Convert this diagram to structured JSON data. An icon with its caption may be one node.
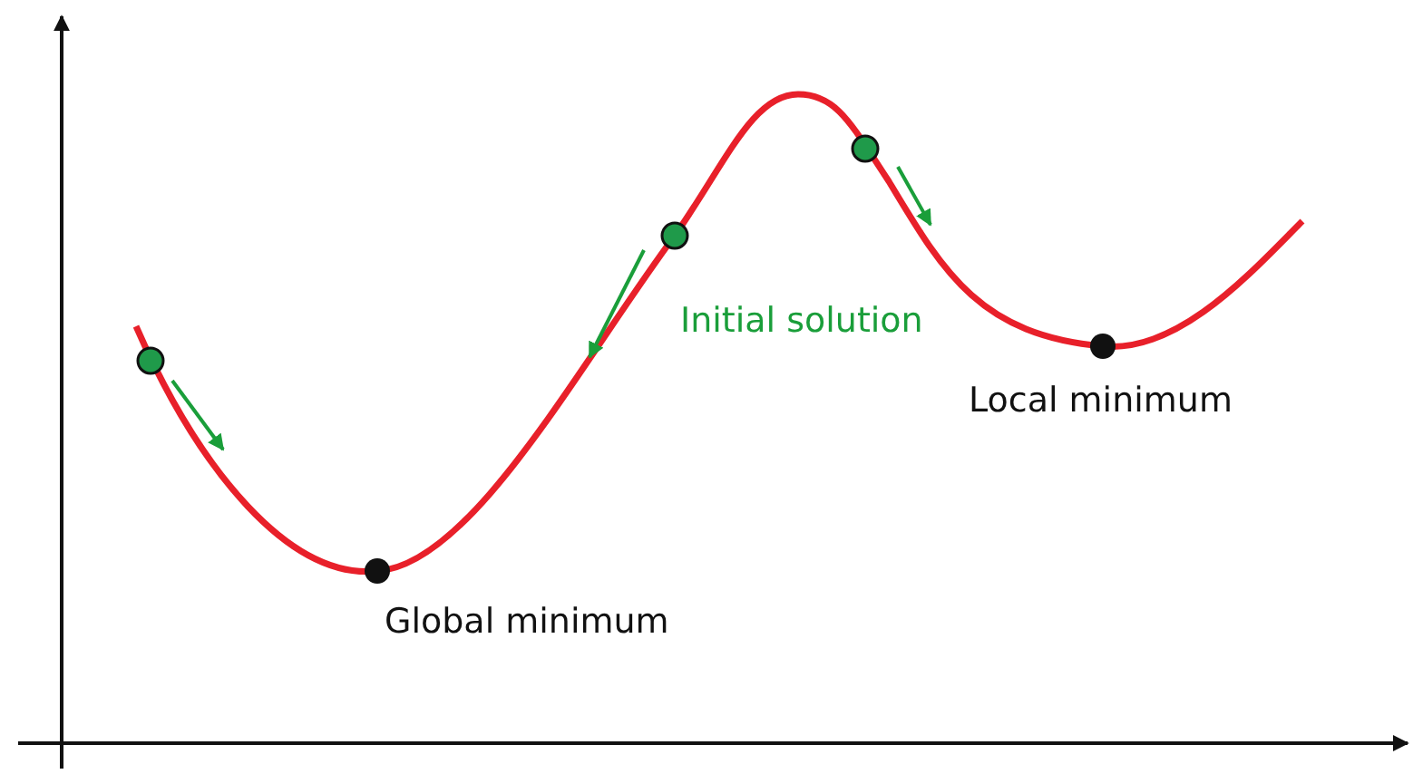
{
  "diagram": {
    "labels": [
      "Initial solution",
      "Global minimum",
      "Local minimum"
    ]
  }
}
